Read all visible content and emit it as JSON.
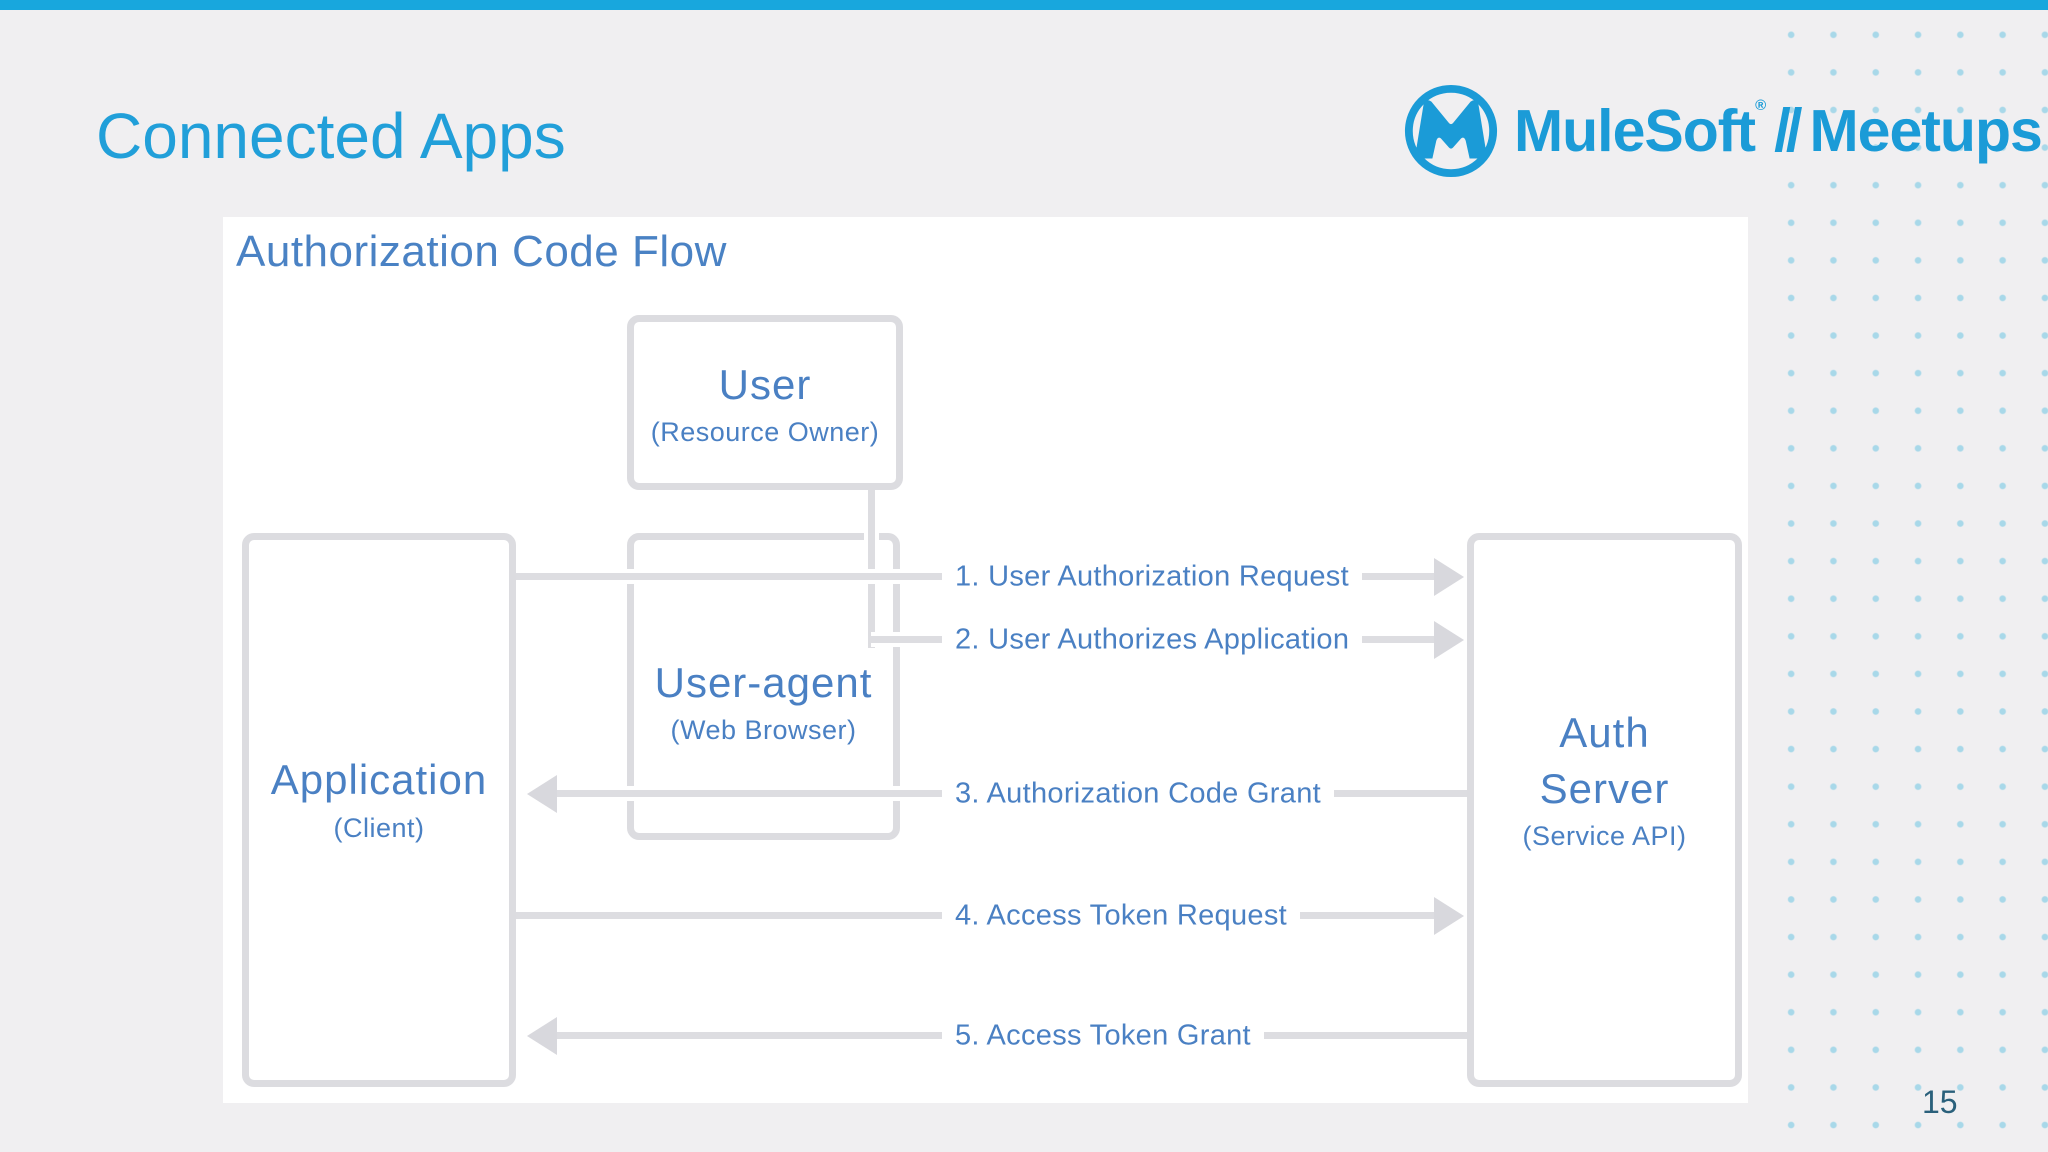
{
  "page": {
    "title": "Connected Apps",
    "page_number": "15"
  },
  "logo": {
    "brand": "MuleSoft",
    "registered_mark": "®",
    "separator": "//",
    "product": "Meetups",
    "monogram": "M",
    "color": "#1b9bd7"
  },
  "diagram": {
    "title": "Authorization Code Flow",
    "nodes": {
      "user": {
        "label": "User",
        "sublabel": "(Resource Owner)"
      },
      "user_agent": {
        "label": "User-agent",
        "sublabel": "(Web Browser)"
      },
      "application": {
        "label": "Application",
        "sublabel": "(Client)"
      },
      "auth_server": {
        "label_line1": "Auth",
        "label_line2": "Server",
        "sublabel": "(Service API)"
      }
    },
    "flows": [
      {
        "label": "1. User Authorization Request",
        "direction": "right",
        "from": "application",
        "to": "auth_server"
      },
      {
        "label": "2. User Authorizes Application",
        "direction": "right",
        "from": "user",
        "to": "auth_server"
      },
      {
        "label": "3. Authorization Code Grant",
        "direction": "left",
        "from": "auth_server",
        "to": "application"
      },
      {
        "label": "4. Access Token Request",
        "direction": "right",
        "from": "application",
        "to": "auth_server"
      },
      {
        "label": "5. Access Token Grant",
        "direction": "left",
        "from": "auth_server",
        "to": "application"
      }
    ]
  },
  "colors": {
    "top_bar": "#18a7dd",
    "background": "#f0eff1",
    "panel": "#ffffff",
    "title_blue": "#219fd9",
    "diagram_blue": "#4a80c3",
    "line_gray": "#dddde1",
    "dots": "#a8d8e9",
    "page_number": "#2a607b"
  }
}
